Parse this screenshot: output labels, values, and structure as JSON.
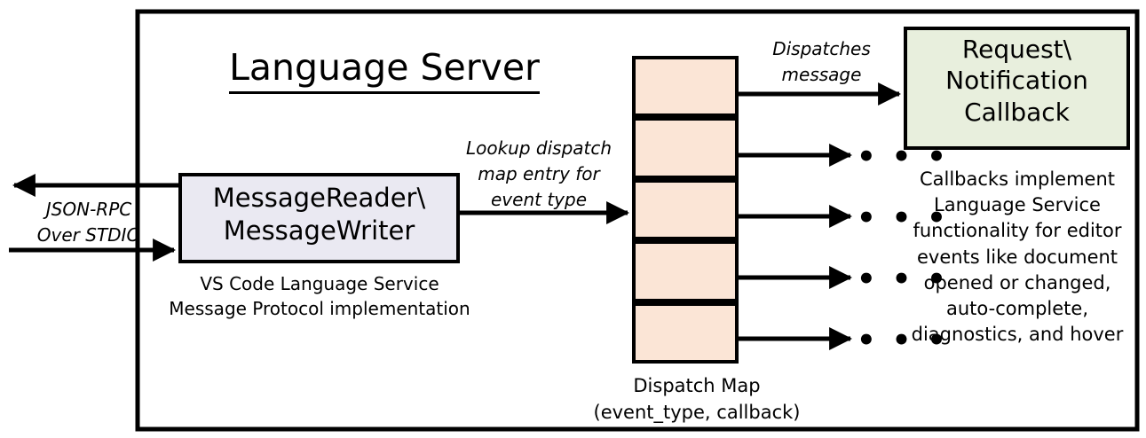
{
  "diagram": {
    "title": "Language Server",
    "outer_border_color": "#000000",
    "background": "#ffffff"
  },
  "transport": {
    "label": "JSON-RPC\nOver STDIO",
    "inbound_arrow": "arrow-right-into-messagereader",
    "outbound_arrow": "arrow-left-out-of-messagewriter"
  },
  "reader": {
    "title": "MessageReader\\\nMessageWriter",
    "caption": "VS Code Language Service\nMessage Protocol implementation",
    "fill": "#eae9f2",
    "stroke": "#000000"
  },
  "lookup": {
    "label": "Lookup dispatch\nmap entry for\nevent type"
  },
  "dispatch_map": {
    "caption": "Dispatch Map\n(event_type, callback)",
    "fill": "#fbe5d6",
    "stroke": "#000000",
    "row_count": 5,
    "rows": [
      {
        "name": "dispatch-map-row-1",
        "has_callback_dot": true
      },
      {
        "name": "dispatch-map-row-2",
        "has_callback_dot": true
      },
      {
        "name": "dispatch-map-row-3",
        "has_callback_dot": true
      },
      {
        "name": "dispatch-map-row-4",
        "has_callback_dot": true
      },
      {
        "name": "dispatch-map-row-5",
        "has_callback_dot": true
      }
    ]
  },
  "dispatch": {
    "label": "Dispatches\nmessage"
  },
  "callback": {
    "title": "Request\\\nNotification\nCallback",
    "description": "Callbacks implement\nLanguage Service\nfunctionality for editor\nevents like document\nopened or changed,\nauto-complete,\ndiagnostics, and hover",
    "fill": "#e8efdd",
    "stroke": "#000000"
  },
  "ellipses": {
    "glyph": "• • •",
    "count": 4
  }
}
